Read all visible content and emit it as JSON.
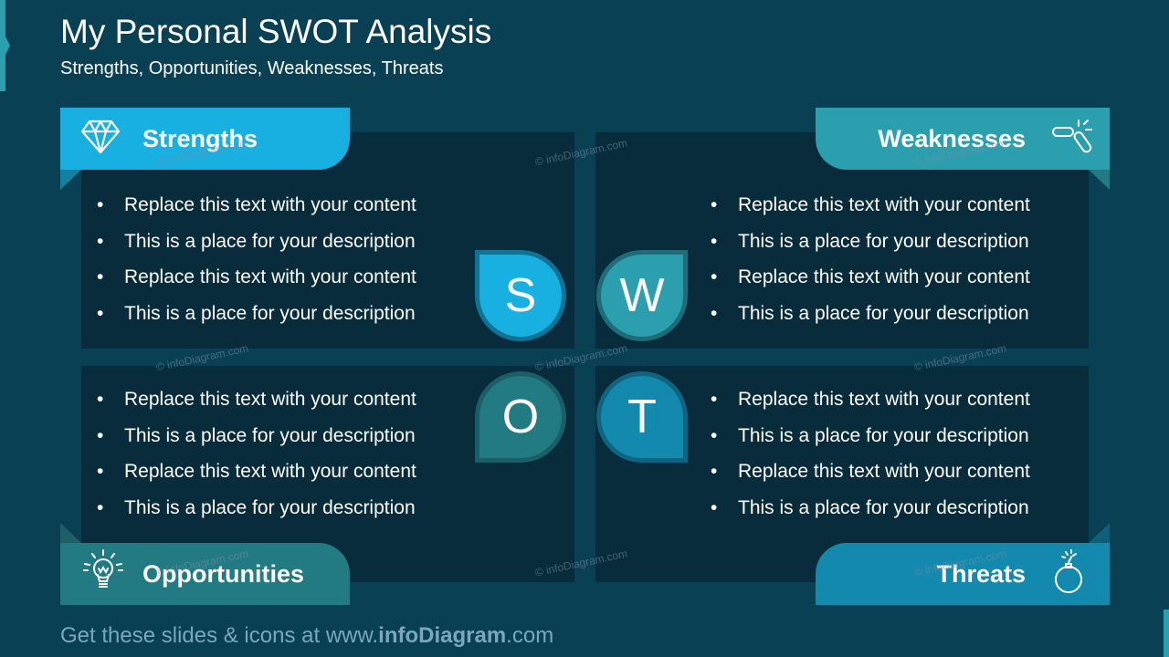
{
  "header": {
    "title": "My Personal SWOT Analysis",
    "subtitle": "Strengths, Opportunities, Weaknesses, Threats"
  },
  "quadrants": {
    "strengths": {
      "label": "Strengths",
      "letter": "S",
      "icon": "diamond-icon",
      "color": "#18b0e0",
      "items": [
        "Replace this text with your content",
        "This is a place for your description",
        "Replace this text with your content",
        "This is a place for your description"
      ]
    },
    "weaknesses": {
      "label": "Weaknesses",
      "letter": "W",
      "icon": "broken-link-icon",
      "color": "#2b9fad",
      "items": [
        "Replace this text with your content",
        "This is a place for your description",
        "Replace this text with your content",
        "This is a place for your description"
      ]
    },
    "opportunities": {
      "label": "Opportunities",
      "letter": "O",
      "icon": "lightbulb-icon",
      "color": "#227a82",
      "items": [
        "Replace this text with your content",
        "This is a place for your description",
        "Replace this text with your content",
        "This is a place for your description"
      ]
    },
    "threats": {
      "label": "Threats",
      "letter": "T",
      "icon": "bomb-icon",
      "color": "#1289ad",
      "items": [
        "Replace this text with your content",
        "This is a place for your description",
        "Replace this text with your content",
        "This is a place for your description"
      ]
    }
  },
  "watermark": "© infoDiagram.com",
  "footer": {
    "prefix": "Get these slides & icons at www.",
    "brand": "infoDiagram",
    "suffix": ".com"
  }
}
